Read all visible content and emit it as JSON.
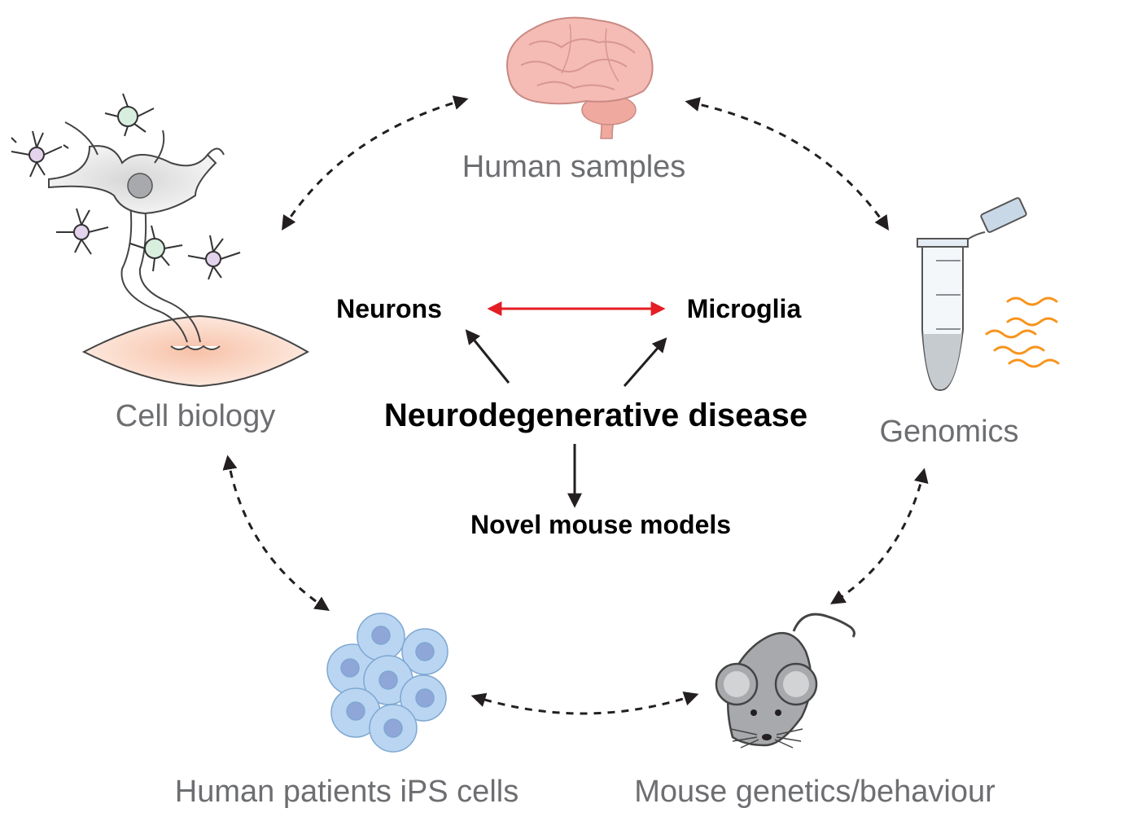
{
  "center": {
    "title": "Neurodegenerative disease",
    "left": "Neurons",
    "right": "Microglia",
    "bottom": "Novel mouse models"
  },
  "nodes": {
    "human_samples": "Human samples",
    "genomics": "Genomics",
    "cell_biology": "Cell biology",
    "ips_cells": "Human patients iPS cells",
    "mouse": "Mouse genetics/behaviour"
  },
  "colors": {
    "outer_text": "#6d6e71",
    "center_text": "#000000",
    "red_link": "#e31e24",
    "brain": "#f2b6ae",
    "ips_cell": "#b9d5f2",
    "mouse_body": "#a7a9ac",
    "genomics_wave": "#f7941d"
  },
  "icons": {
    "brain": "brain-icon",
    "tube": "tube-icon",
    "neuron": "neuron-icon",
    "cells": "ips-cells-icon",
    "mouse": "mouse-icon"
  }
}
